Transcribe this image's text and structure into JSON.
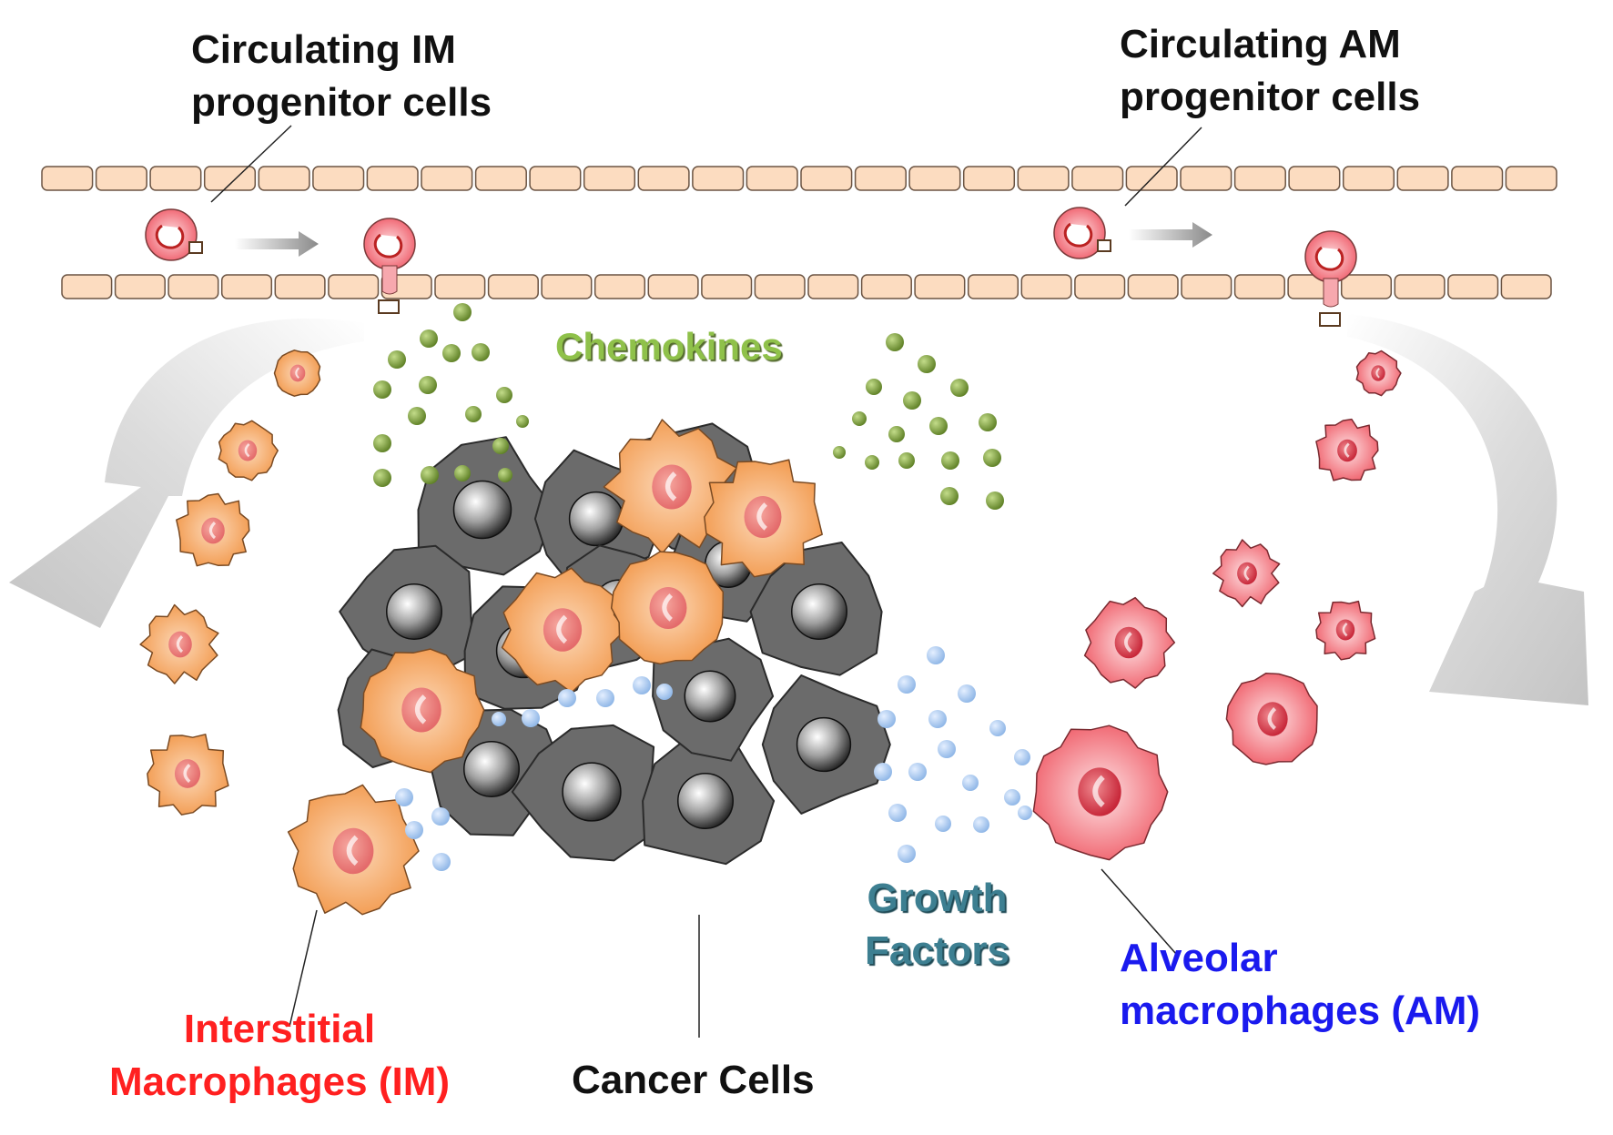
{
  "labels": {
    "im_progenitor": [
      "Circulating IM",
      "progenitor cells"
    ],
    "am_progenitor": [
      "Circulating AM",
      "progenitor cells"
    ],
    "chemokines": "Chemokines",
    "growth_factors": [
      "Growth",
      "Factors"
    ],
    "interstitial": [
      "Interstitial",
      "Macrophages (IM)"
    ],
    "cancer_cells": "Cancer Cells",
    "alveolar": [
      "Alveolar",
      "macrophages (AM)"
    ]
  },
  "colors": {
    "vessel_cell": "#fcdcc0",
    "vessel_outline": "#6b5443",
    "im_macrophage": "#f7a35c",
    "am_macrophage": "#f5707a",
    "cancer_cell": "#6b6b6b",
    "chemokine": "#6f8f2e",
    "growth_factor": "#a9c8ec",
    "flow_arrow": "#c8c8c8",
    "im_label": "#ff2020",
    "am_label": "#1a1aee"
  },
  "icons": [
    "vessel-wall",
    "progenitor-cell",
    "flow-arrow",
    "macrophage",
    "cancer-cell",
    "chemokine-dot",
    "growth-factor-dot"
  ]
}
